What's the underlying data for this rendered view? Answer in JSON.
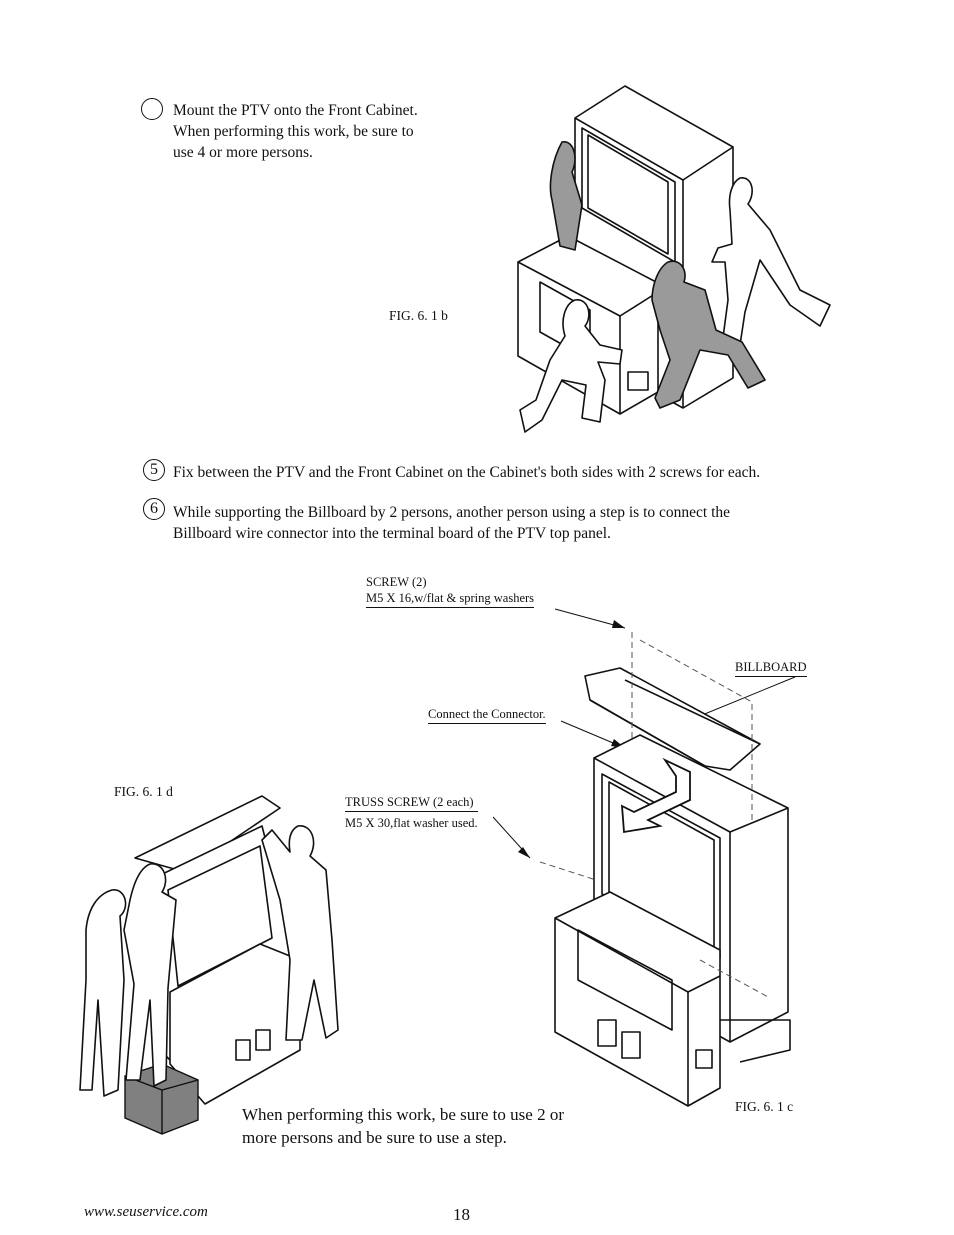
{
  "steps": [
    {
      "number": "",
      "lines": [
        "Mount the PTV onto the Front Cabinet.",
        "When performing this work, be sure to",
        "use 4 or more persons."
      ]
    },
    {
      "number": "5",
      "lines": [
        "Fix between the PTV and the Front Cabinet on the Cabinet's both sides with 2 screws for each."
      ]
    },
    {
      "number": "6",
      "lines": [
        "While supporting the Billboard by 2 persons, another person using a step is to connect the",
        "Billboard wire connector into the terminal board of the PTV top panel."
      ]
    }
  ],
  "figures": {
    "fig_b": "FIG. 6. 1 b",
    "fig_c": "FIG. 6. 1 c",
    "fig_d": "FIG. 6. 1 d"
  },
  "callouts": {
    "screw_line1": "SCREW (2)",
    "screw_line2": "M5 X 16,w/flat & spring washers",
    "billboard": "BILLBOARD",
    "connect": "Connect the Connector.",
    "truss_line1": "TRUSS SCREW (2 each)",
    "truss_line2": "M5 X 30,flat washer used."
  },
  "note": {
    "line1": "When performing this work, be sure to use 2 or",
    "line2": "more persons and be sure to use a step."
  },
  "footer": {
    "url": "www.seuservice.com",
    "page": "18"
  }
}
